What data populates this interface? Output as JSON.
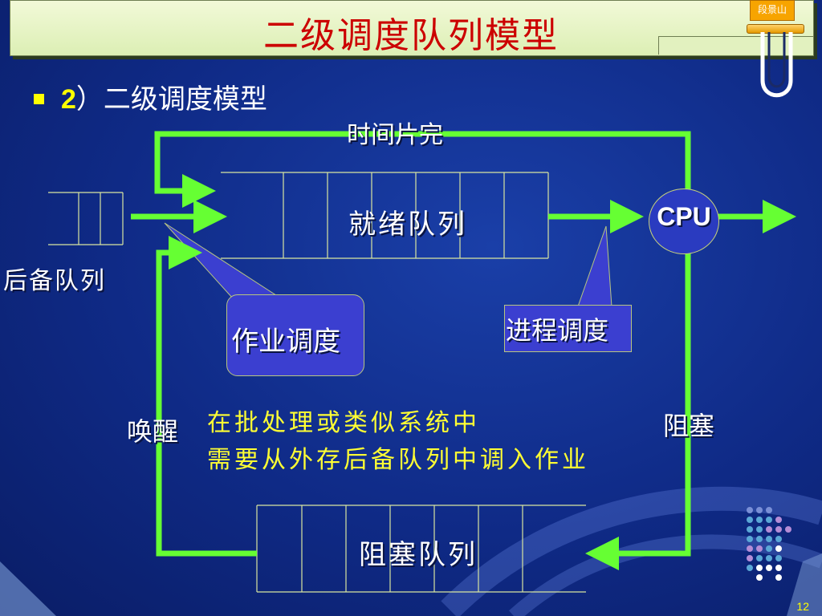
{
  "header": {
    "title": "二级调度队列模型",
    "badge": "段景山"
  },
  "subtitle": {
    "number": "2",
    "text": "）二级调度模型"
  },
  "diagram": {
    "time_slice_label": "时间片完",
    "ready_queue_label": "就绪队列",
    "cpu_label": "CPU",
    "backup_queue_label": "后备队列",
    "job_scheduling_label": "作业调度",
    "process_scheduling_label": "进程调度",
    "wakeup_label": "唤醒",
    "block_label": "阻塞",
    "blocked_queue_label": "阻塞队列",
    "note_line1": "在批处理或类似系统中",
    "note_line2": "需要从外存后备队列中调入作业"
  },
  "footer": {
    "page_number": "12"
  },
  "colors": {
    "title_text": "#cc0000",
    "arrow_green": "#66ff33",
    "note_yellow": "#ffff33",
    "callout_fill": "#3b3fd0",
    "queue_line": "#d9e6a0"
  }
}
